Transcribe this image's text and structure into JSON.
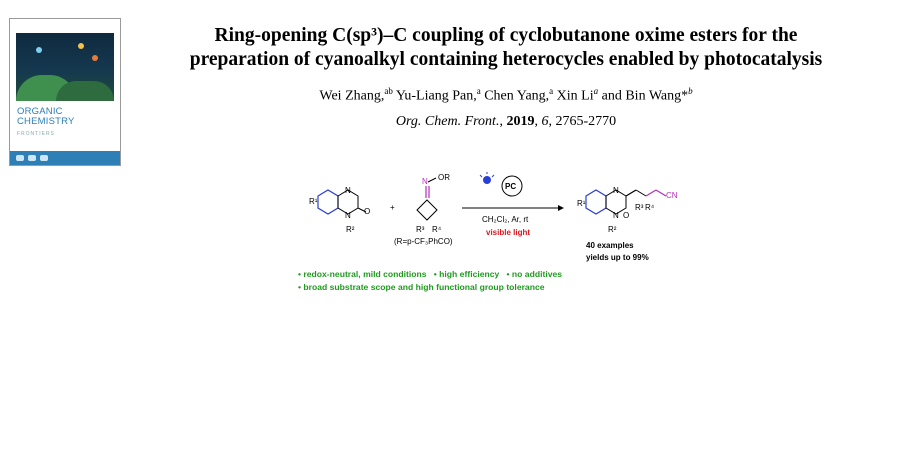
{
  "cover": {
    "journal_line1": "ORGANIC",
    "journal_line2": "CHEMISTRY",
    "journal_line3": "FRONTIERS",
    "accent_color": "#2d7fb6"
  },
  "paper": {
    "title_line1": "Ring-opening C(sp³)–C coupling of cyclobutanone oxime esters for the",
    "title_line2": "preparation of cyanoalkyl containing heterocycles enabled by photocatalysis",
    "authors": [
      {
        "name": "Wei Zhang,",
        "sup": "ab"
      },
      {
        "name": " Yu-Liang Pan,",
        "sup": "a"
      },
      {
        "name": " Chen Yang,",
        "sup": "a"
      },
      {
        "name": " Xin Li",
        "sup": "a"
      },
      {
        "name": " and Bin Wang*",
        "sup": "b"
      }
    ],
    "journal": "Org. Chem. Front.",
    "year": "2019",
    "volume": "6",
    "pages": "2765-2770"
  },
  "scheme": {
    "r1": "R¹",
    "r2": "R²",
    "r3": "R³",
    "r4": "R⁴",
    "n_top": "N",
    "n_bottom": "N",
    "o": "O",
    "plus": "+",
    "oxime_or": "OR",
    "oxime_n": "N",
    "r_def": "(R=p-CF₃PhCO)",
    "catalyst": "PC",
    "conditions": "CH₂Cl₂, Ar, rt",
    "light": "visible light",
    "cn": "CN",
    "examples": "40 examples",
    "yields": "yields up to 99%",
    "colors": {
      "blue": "#2a3fd6",
      "purple": "#b52fb5",
      "red": "#e0141e",
      "green": "#1f9a1f"
    }
  },
  "highlights": {
    "line1": [
      "• redox-neutral, mild conditions",
      "• high efficiency",
      "• no additives"
    ],
    "line2": "• broad substrate scope and high functional group tolerance"
  }
}
